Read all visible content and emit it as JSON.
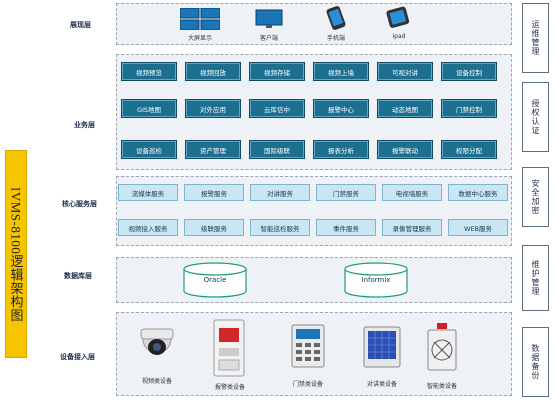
{
  "title": "IVMS-8100逻辑架构图",
  "layers": {
    "display": "展现层",
    "business": "业务层",
    "core": "核心服务层",
    "database": "数据库层",
    "device": "设备接入层"
  },
  "display_items": [
    "大屏显示",
    "客户端",
    "手机端",
    "ipad"
  ],
  "business_modules": [
    [
      "视频预览",
      "视频回放",
      "视频存储",
      "视频上墙",
      "可视对讲",
      "设备控制"
    ],
    [
      "GIS地图",
      "对外应用",
      "云库信中",
      "报警中心",
      "动态地图",
      "门禁控制"
    ],
    [
      "设备巡检",
      "资产管理",
      "国际级联",
      "报表分析",
      "报警联动",
      "权限分配"
    ]
  ],
  "core_services": [
    [
      "流媒体服务",
      "报警服务",
      "对讲服务",
      "门禁服务",
      "电视墙服务",
      "数据中心服务"
    ],
    [
      "视频接入服务",
      "级联服务",
      "智能巡检服务",
      "事件服务",
      "录像管理服务",
      "WEB服务"
    ]
  ],
  "databases": [
    "Oracle",
    "Informix"
  ],
  "device_items": [
    "视频类设备",
    "报警类设备",
    "门禁类设备",
    "对讲类设备",
    "智能类设备"
  ],
  "side_panels": [
    "运维管理",
    "授权认证",
    "安全加密",
    "维护管理",
    "数据备份"
  ]
}
